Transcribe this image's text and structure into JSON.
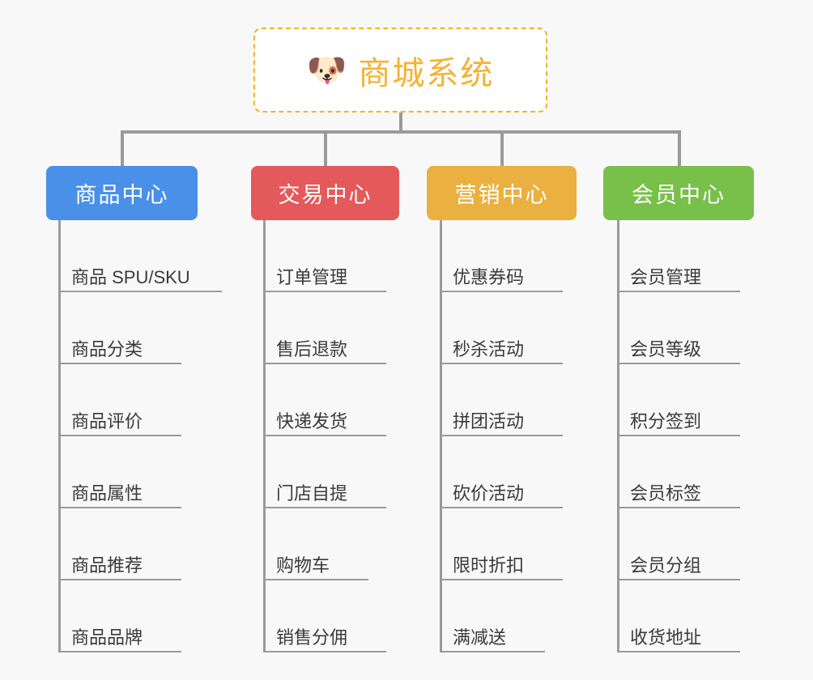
{
  "background_color": "#f8f8f8",
  "root": {
    "icon": "shiba-dog-face-emoji",
    "icon_glyph": "🐶",
    "title": "商城系统",
    "border_color": "#f0b429",
    "text_color": "#f3b334"
  },
  "connector_color": "#9a9a9a",
  "columns": [
    {
      "id": "product-center",
      "header": "商品中心",
      "color": "#4a90e8",
      "items": [
        "商品 SPU/SKU",
        "商品分类",
        "商品评价",
        "商品属性",
        "商品推荐",
        "商品品牌"
      ]
    },
    {
      "id": "trade-center",
      "header": "交易中心",
      "color": "#e4595a",
      "items": [
        "订单管理",
        "售后退款",
        "快递发货",
        "门店自提",
        "购物车",
        "销售分佣"
      ]
    },
    {
      "id": "marketing-center",
      "header": "营销中心",
      "color": "#eab040",
      "items": [
        "优惠券码",
        "秒杀活动",
        "拼团活动",
        "砍价活动",
        "限时折扣",
        "满减送"
      ]
    },
    {
      "id": "member-center",
      "header": "会员中心",
      "color": "#78c04a",
      "items": [
        "会员管理",
        "会员等级",
        "积分签到",
        "会员标签",
        "会员分组",
        "收货地址"
      ]
    }
  ]
}
